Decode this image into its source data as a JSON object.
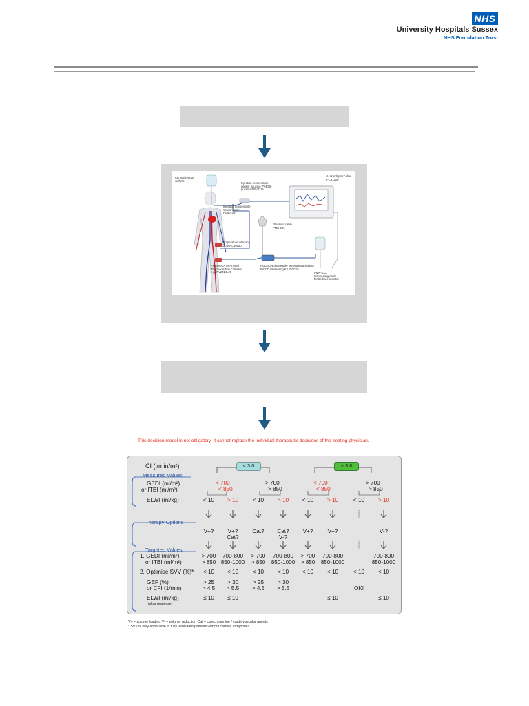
{
  "header": {
    "nhs_badge": "NHS",
    "org_name": "University Hospitals Sussex",
    "org_sub": "NHS Foundation Trust",
    "nhs_color": "#005EB8"
  },
  "diagram": {
    "labels": [
      "Central venous",
      "catheter",
      "Injectate temperature",
      "sensor housing PV4046",
      "(included PV8115)",
      "Injectate temperature",
      "sensor cable",
      "PC80109",
      "AUX Adapter cable",
      "PC81200",
      "Pressure cable",
      "PMK-206",
      "Temperature interface",
      "cable PC80150",
      "PULSIOCATH Arterial",
      "Thermodilution Catheter",
      "e.g. PV2014L20",
      "PULSION disposable pressure transducer",
      "PiCCO Monitoring Kit PV8115",
      "PMK-XXX",
      "Connecting cable",
      "for bedside monitor"
    ]
  },
  "disclaimer": "This decision model is not obligatory. It cannot replace the individual therapeutic decisions of the treating physician.",
  "table": {
    "ci_label": "CI (l/min/m²)",
    "ci_low": "< 3.0",
    "ci_high": "> 3.0",
    "ci_low_color": "#a8dde0",
    "ci_high_color": "#4fbf3a",
    "measured_header": "Measured Values",
    "gedi_label": "GEDI (ml/m²)",
    "itbi_label": "or ITBI (ml/m²)",
    "elwi_label": "ELWI (ml/kg)",
    "low_gedi_a": "< 700",
    "low_itbi_a": "< 850",
    "low_gedi_b": "> 700",
    "low_itbi_b": "> 850",
    "high_gedi_a": "< 700",
    "high_itbi_a": "< 850",
    "high_gedi_b": "> 700",
    "high_itbi_b": "> 850",
    "elwi_values": [
      "< 10",
      "> 10",
      "< 10",
      "> 10",
      "< 10",
      "> 10",
      "< 10",
      "> 10"
    ],
    "therapy_header": "Therapy Options",
    "therapy": [
      "V+?",
      "V+?",
      "Cat?",
      "Cat?",
      "V+?",
      "V+?",
      "",
      "V-?"
    ],
    "therapy_line2": [
      "",
      "Cat?",
      "",
      "V-?",
      "",
      "",
      "",
      ""
    ],
    "targeted_header": "Targeted Values",
    "target_gedi_label": "1. GEDI (ml/m²)",
    "target_itbi_label": "or ITBI (ml/m²)",
    "target_gedi": [
      "> 700",
      "700-800",
      "> 700",
      "700-800",
      "> 700",
      "700-800",
      "",
      "700-800"
    ],
    "target_itbi": [
      "> 850",
      "850-1000",
      "> 850",
      "850-1000",
      "> 850",
      "850-1000",
      "",
      "850-1000"
    ],
    "svv_label": "2. Optimise SVV (%)*",
    "svv": [
      "< 10",
      "< 10",
      "< 10",
      "< 10",
      "< 10",
      "< 10",
      "< 10",
      "< 10"
    ],
    "gef_label": "GEF (%)",
    "cfi_label": "or CFI (1/min)",
    "gef": [
      "> 25",
      "> 30",
      "> 25",
      "> 30",
      "",
      "",
      "",
      ""
    ],
    "cfi": [
      "> 4.5",
      "> 5.5",
      "> 4.5",
      "> 5.5",
      "",
      "",
      "OK!",
      ""
    ],
    "elwi2_label": "ELWI (ml/kg)",
    "elwi2_sub": "(slow response)",
    "elwi2": [
      "≤ 10",
      "≤ 10",
      "",
      "",
      "",
      "≤ 10",
      "",
      "≤ 10"
    ]
  },
  "footnotes": [
    "V+ = volume loading     V- = volume reduction     Cat = catecholamine / cardiovascular agents",
    "* SVV is only applicable in fully ventilated patients without cardiac arrhythmia"
  ]
}
